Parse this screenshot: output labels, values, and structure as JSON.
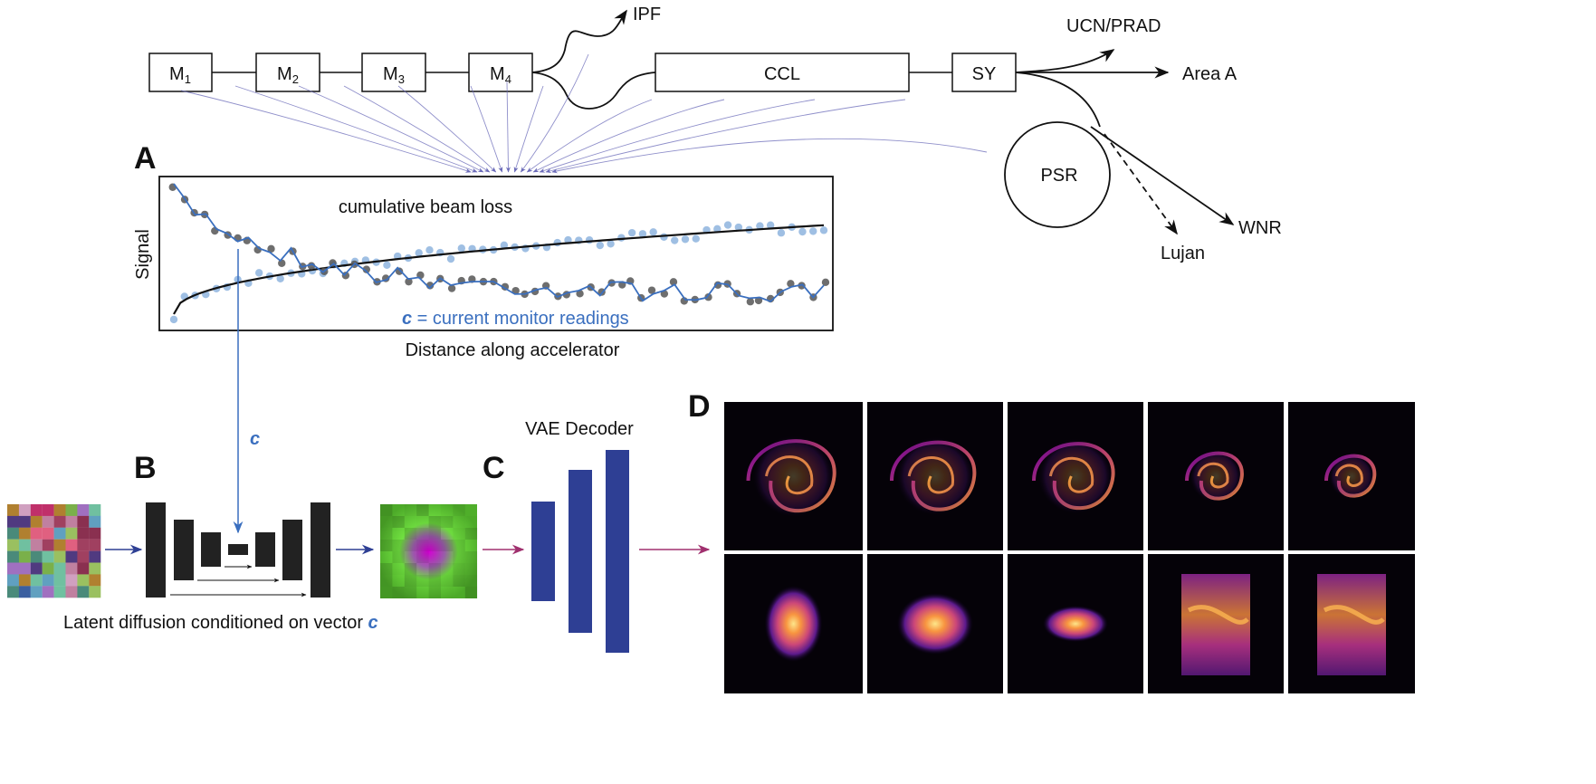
{
  "beamline": {
    "modules": [
      {
        "main": "M",
        "sub": "1"
      },
      {
        "main": "M",
        "sub": "2"
      },
      {
        "main": "M",
        "sub": "3"
      },
      {
        "main": "M",
        "sub": "4"
      }
    ],
    "ccl_label": "CCL",
    "sy_label": "SY",
    "ipf_label": "IPF",
    "ucn_label": "UCN/PRAD",
    "area_a_label": "Area A",
    "psr_label": "PSR",
    "wnr_label": "WNR",
    "lujan_label": "Lujan"
  },
  "panel_a": {
    "letter": "A",
    "ylabel": "Signal",
    "xlabel": "Distance along accelerator",
    "curve_label": "cumulative beam loss",
    "c_symbol": "c",
    "c_label_rest": " = current monitor readings"
  },
  "panel_b": {
    "letter": "B",
    "c_symbol": "c",
    "caption": "Latent diffusion conditioned on vector ",
    "caption_c": "c"
  },
  "panel_c": {
    "letter": "C",
    "title": "VAE Decoder"
  },
  "panel_d": {
    "letter": "D"
  },
  "colors": {
    "blue_accent": "#3a6fbf",
    "navy": "#2e3f94",
    "magenta": "#a0306e",
    "gray_points": "#555555",
    "light_blue_points": "#9fbfe3",
    "black": "#111111"
  }
}
